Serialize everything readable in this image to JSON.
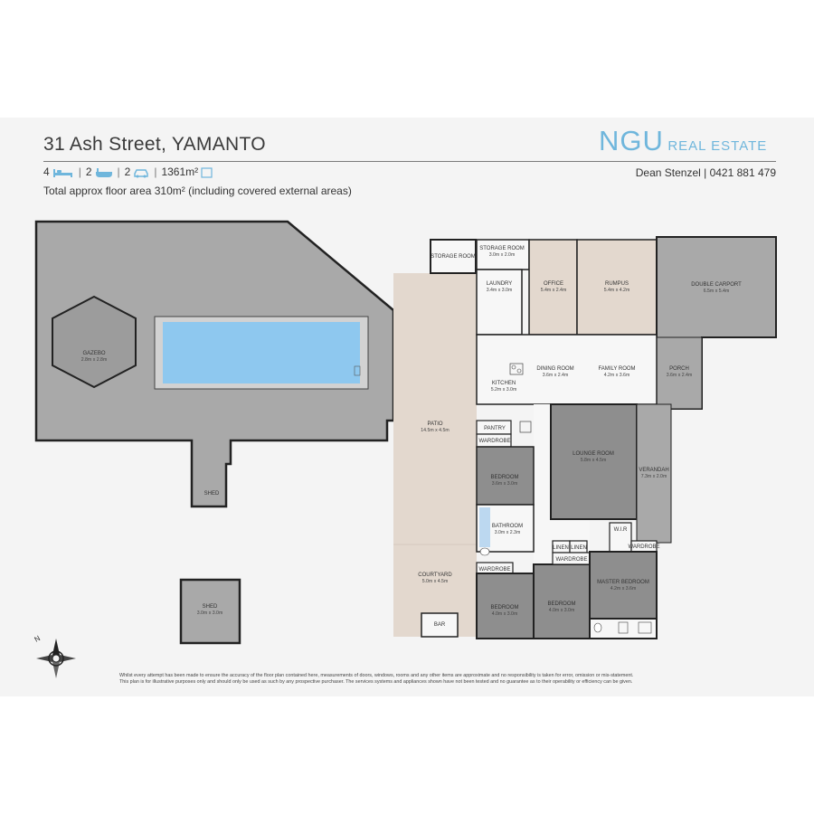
{
  "header": {
    "address": "31 Ash Street, YAMANTO",
    "logo_main": "NGU",
    "logo_sub": "REAL ESTATE",
    "agent": "Dean Stenzel | 0421 881 479",
    "beds": "4",
    "baths": "2",
    "cars": "2",
    "land": "1361m²",
    "floor_area_note": "Total approx floor area 310m² (including covered external areas)"
  },
  "rooms": {
    "gazebo": "GAZEBO",
    "gazebo_size": "2.8m x 2.8m",
    "shed_small": "SHED",
    "shed": "SHED",
    "shed_size": "3.0m x 3.0m",
    "patio": "PATIO",
    "patio_size": "14.5m x 4.5m",
    "courtyard": "COURTYARD",
    "courtyard_size": "5.0m x 4.5m",
    "bar": "BAR",
    "storage_room_left": "STORAGE ROOM",
    "storage_room": "STORAGE ROOM",
    "storage_room_size": "3.0m x 2.0m",
    "laundry": "LAUNDRY",
    "laundry_size": "3.4m x 3.0m",
    "office": "OFFICE",
    "office_size": "5.4m x 2.4m",
    "rumpus": "RUMPUS",
    "rumpus_size": "5.4m x 4.2m",
    "carport": "DOUBLE CARPORT",
    "carport_size": "6.5m x 5.4m",
    "kitchen": "KITCHEN",
    "kitchen_size": "5.2m x 3.0m",
    "dining": "DINING ROOM",
    "dining_size": "3.6m x 2.4m",
    "family": "FAMILY ROOM",
    "family_size": "4.2m x 3.6m",
    "porch": "PORCH",
    "porch_size": "3.6m x 2.4m",
    "pantry": "PANTRY",
    "wardrobe_1": "WARDROBE",
    "bedroom_1": "BEDROOM",
    "bedroom_1_size": "3.6m x 3.0m",
    "lounge": "LOUNGE ROOM",
    "lounge_size": "5.8m x 4.5m",
    "verandah": "VERANDAH",
    "verandah_size": "7.3m x 2.0m",
    "bathroom": "BATHROOM",
    "bathroom_size": "3.0m x 2.3m",
    "linen_1": "LINEN",
    "linen_2": "LINEN",
    "wardrobe_2": "WARDROBE",
    "wardrobe_3": "WARDROBE",
    "wir": "W.I.R",
    "wardrobe_4": "WARDROBE",
    "bedroom_2": "BEDROOM",
    "bedroom_2_size": "4.0m x 3.0m",
    "bedroom_3": "BEDROOM",
    "bedroom_3_size": "4.0m x 3.0m",
    "master": "MASTER BEDROOM",
    "master_size": "4.2m x 3.6m"
  },
  "disclaimer_1": "Whilst every attempt has been made to ensure the accuracy of the floor plan contained here, measurements of doors, windows, rooms and any other items are approximate and no responsibility is taken for error, omission or mis-statement.",
  "disclaimer_2": "This plan is for illustrative purposes only and should only be used as such by any prospective purchaser. The services systems and appliances shown have not been tested and no guarantee as to their operability or efficiency can be given.",
  "colors": {
    "outdoor": "#a9a9a9",
    "wood": "#e3d8ce",
    "floor": "#f7f7f7",
    "bedroom_dark": "#8e8e8e",
    "pool": "#8ec8ef",
    "wall": "#222222",
    "brand": "#6fb6dc"
  },
  "icons": [
    "bed-icon",
    "bath-icon",
    "car-icon",
    "land-icon",
    "compass-icon"
  ]
}
